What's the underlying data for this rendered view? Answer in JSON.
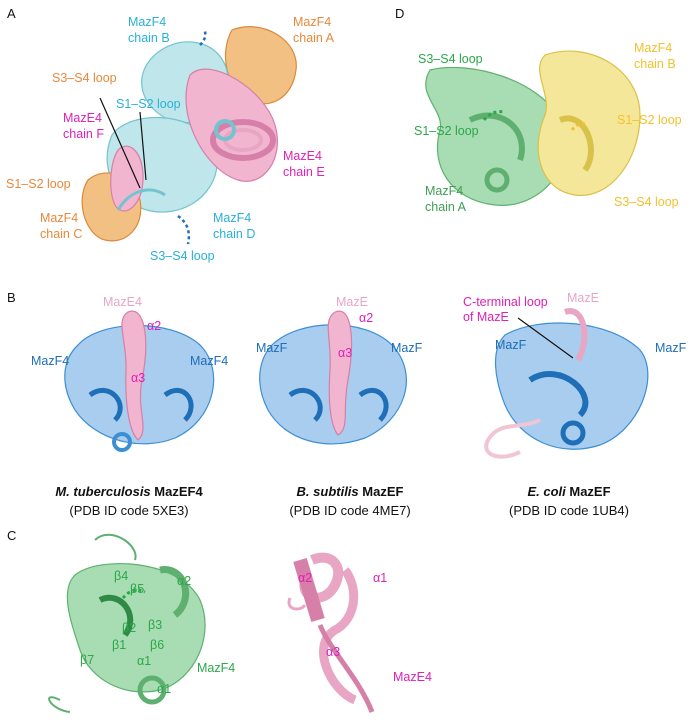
{
  "colors": {
    "orange": "#e8883a",
    "cyan": "#2ab0d8",
    "magenta": "#e020b8",
    "green": "#2aa84a",
    "green_label": "#3f9f55",
    "yellow": "#f2c12e",
    "blue": "#1e6eb8",
    "pink": "#e9a6c4",
    "pink_label": "#e070a8",
    "black": "#111111"
  },
  "panel_A": {
    "letter": "A",
    "mazf4_chain_b": [
      "MazF4",
      "chain B"
    ],
    "mazf4_chain_a": [
      "MazF4",
      "chain A"
    ],
    "s3s4_loop_orange": "S3–S4 loop",
    "s1s2_loop_cyan": "S1–S2 loop",
    "maze4_chain_f": [
      "MazE4",
      "chain F"
    ],
    "maze4_chain_e": [
      "MazE4",
      "chain E"
    ],
    "s1s2_loop_orange": "S1–S2 loop",
    "mazf4_chain_c": [
      "MazF4",
      "chain C"
    ],
    "mazf4_chain_d": [
      "MazF4",
      "chain D"
    ],
    "s3s4_loop_cyan": "S3–S4 loop"
  },
  "panel_D": {
    "letter": "D",
    "s3s4_loop_green": "S3–S4 loop",
    "s1s2_loop_green": "S1–S2 loop",
    "mazf4_chain_a": [
      "MazF4",
      "chain A"
    ],
    "mazf4_chain_b": [
      "MazF4",
      "chain B"
    ],
    "s1s2_loop_yellow": "S1–S2 loop",
    "s3s4_loop_yellow": "S3–S4 loop"
  },
  "panel_B": {
    "letter": "B",
    "structure_1": {
      "maze": "MazE4",
      "alpha2": "α2",
      "alpha3": "α3",
      "mazf_left": "MazF4",
      "mazf_right": "MazF4",
      "caption_italic": "M. tuberculosis",
      "caption_bold": " MazEF4",
      "caption_pdb": "(PDB ID code 5XE3)"
    },
    "structure_2": {
      "maze": "MazE",
      "alpha2": "α2",
      "alpha3": "α3",
      "mazf_left": "MazF",
      "mazf_right": "MazF",
      "caption_italic": "B. subtilis",
      "caption_bold": " MazEF",
      "caption_pdb": "(PDB ID code 4ME7)"
    },
    "structure_3": {
      "c_term": [
        "C-terminal loop",
        "of MazE"
      ],
      "maze": "MazE",
      "mazf_left": "MazF",
      "mazf_right": "MazF",
      "caption_italic": "E. coli",
      "caption_bold": " MazEF",
      "caption_pdb": "(PDB ID code 1UB4)"
    }
  },
  "panel_C": {
    "letter": "C",
    "mazf4": {
      "b4": "β4",
      "b5": "β5",
      "a2": "α2",
      "b2": "β2",
      "b3": "β3",
      "b1": "β1",
      "b6": "β6",
      "b7": "β7",
      "a1": "α1",
      "a1b": "α1",
      "name": "MazF4"
    },
    "maze4": {
      "a2": "α2",
      "a1": "α1",
      "a3": "α3",
      "name": "MazE4"
    }
  }
}
